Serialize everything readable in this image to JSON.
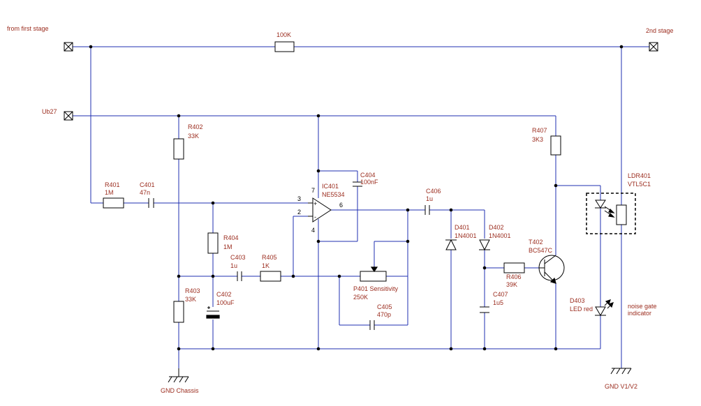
{
  "labels": {
    "in1": "from first stage",
    "out1": "2nd stage",
    "ub": "Ub27",
    "r_feedback": "100K",
    "r402_ref": "R402",
    "r402_val": "33K",
    "r401_ref": "R401",
    "r401_val": "1M",
    "c401_ref": "C401",
    "c401_val": "47n",
    "ic_ref": "IC401",
    "ic_val": "NE5534",
    "c404_ref": "C404",
    "c404_val": "100nF",
    "pin3": "3",
    "pin2": "2",
    "pin7": "7",
    "pin6": "6",
    "pin4": "4",
    "c406_ref": "C406",
    "c406_val": "1u",
    "r404_ref": "R404",
    "r404_val": "1M",
    "c403_ref": "C403",
    "c403_val": "1u",
    "r405_ref": "R405",
    "r405_val": "1K",
    "r403_ref": "R403",
    "r403_val": "33K",
    "c402_ref": "C402",
    "c402_val": "100uF",
    "p401_ref": "P401 Sensitivity",
    "p401_val": "250K",
    "c405_ref": "C405",
    "c405_val": "470p",
    "d401_ref": "D401",
    "d401_val": "1N4001",
    "d402_ref": "D402",
    "d402_val": "1N4001",
    "t402_ref": "T402",
    "t402_val": "BC547C",
    "r406_ref": "R406",
    "r406_val": "39K",
    "c407_ref": "C407",
    "c407_val": "1u5",
    "r407_ref": "R407",
    "r407_val": "3K3",
    "ldr_ref": "LDR401",
    "ldr_val": "VTL5C1",
    "d403_ref": "D403",
    "d403_val": "LED red",
    "ng1": "noise gate",
    "ng2": "indicator",
    "gnd_chassis": "GND Chassis",
    "gnd_v": "GND V1/V2"
  },
  "colors": {
    "wire": "#1f2fb0",
    "label": "#9b2c1e",
    "component": "#000000"
  }
}
